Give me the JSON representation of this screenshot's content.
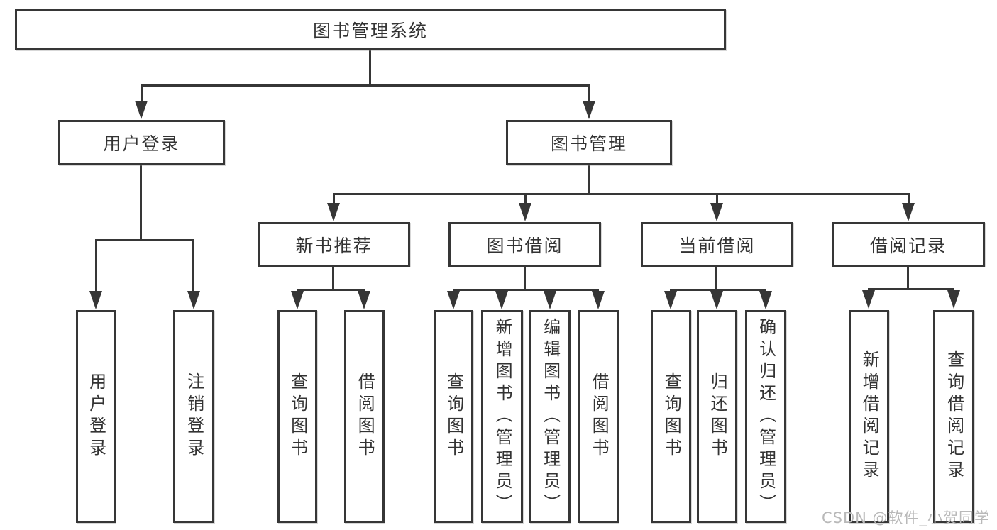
{
  "diagram_title": "图书管理系统",
  "tree": {
    "label": "图书管理系统",
    "children": [
      {
        "label": "用户登录",
        "children": [
          {
            "label": "用户登录"
          },
          {
            "label": "注销登录"
          }
        ]
      },
      {
        "label": "图书管理",
        "children": [
          {
            "label": "新书推荐",
            "children": [
              {
                "label": "查询图书"
              },
              {
                "label": "借阅图书"
              }
            ]
          },
          {
            "label": "图书借阅",
            "children": [
              {
                "label": "查询图书"
              },
              {
                "label": "新增图书（管理员）"
              },
              {
                "label": "编辑图书（管理员）"
              },
              {
                "label": "借阅图书"
              }
            ]
          },
          {
            "label": "当前借阅",
            "children": [
              {
                "label": "查询图书"
              },
              {
                "label": "归还图书"
              },
              {
                "label": "确认归还（管理员）"
              }
            ]
          },
          {
            "label": "借阅记录",
            "children": [
              {
                "label": "新增借阅记录"
              },
              {
                "label": "查询借阅记录"
              }
            ]
          }
        ]
      }
    ]
  },
  "watermark": {
    "text": "CSDN @软件_小贺同学"
  },
  "colors": {
    "line": "#363636",
    "node_border": "#363636",
    "node_fill": "#ffffff",
    "node_text": "#333333",
    "background": "#ffffff",
    "watermark_text": "#b9b9b9"
  }
}
